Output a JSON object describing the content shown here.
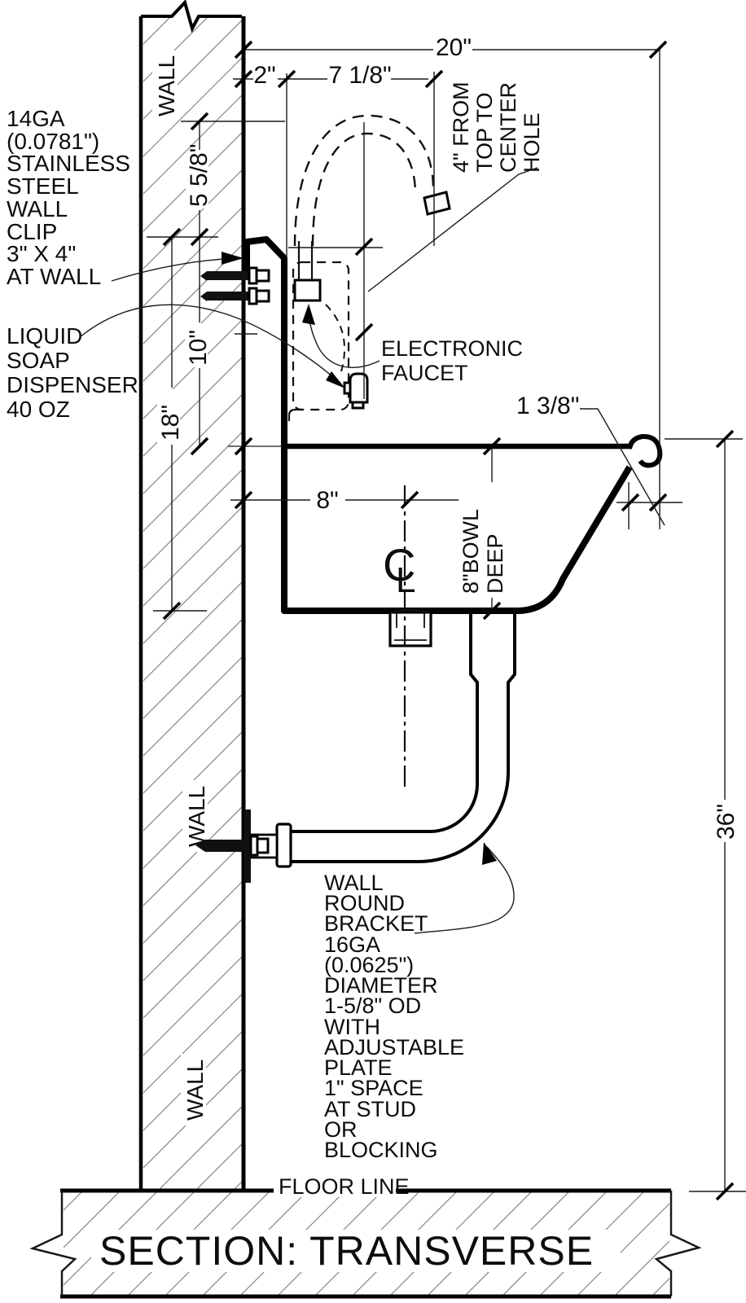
{
  "drawing": {
    "title": "SECTION: TRANSVERSE",
    "floor_label": "FLOOR LINE",
    "wall_label": "WALL",
    "centerline_c": "C",
    "centerline_l": "L",
    "notes": {
      "clip": [
        "14GA",
        "(0.0781\")",
        "STAINLESS",
        "STEEL",
        "WALL",
        "CLIP",
        "3\" X 4\"",
        "AT WALL"
      ],
      "soap": [
        "LIQUID",
        "SOAP",
        "DISPENSER",
        "40 OZ"
      ],
      "faucet": [
        "ELECTRONIC",
        "FAUCET"
      ],
      "bracket": [
        "WALL",
        "ROUND",
        "BRACKET",
        "16GA",
        "(0.0625\")",
        "DIAMETER",
        "1-5/8\" OD",
        "WITH",
        "ADJUSTABLE",
        "PLATE",
        "1\" SPACE",
        "AT STUD",
        "OR",
        "BLOCKING"
      ],
      "center_hole": [
        "4\" FROM",
        "TOP TO",
        "CENTER",
        "HOLE"
      ],
      "bowl_depth": [
        "8\"BOWL",
        "DEEP"
      ]
    },
    "dims": {
      "overall": "20\"",
      "splash_offset": "2\"",
      "hole_offset": "7 1/8\"",
      "clip_height": "5 5/8\"",
      "clip_to_rim": "10\"",
      "clip_to_bowl": "18\"",
      "drain_offset": "8\"",
      "rim_lip": "1 3/8\"",
      "mount_height": "36\""
    }
  }
}
